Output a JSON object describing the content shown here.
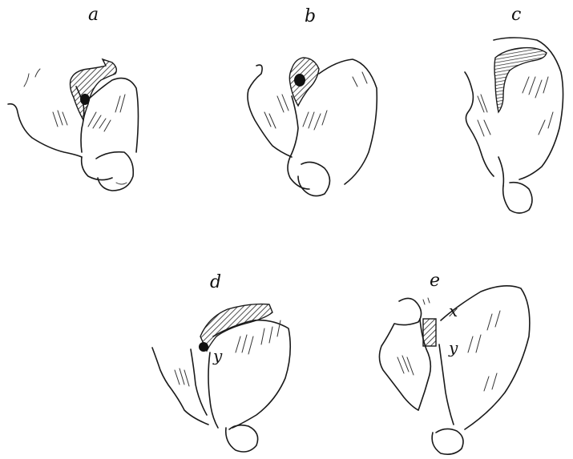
{
  "figure": {
    "panels": [
      {
        "id": "a",
        "label": "a"
      },
      {
        "id": "b",
        "label": "b"
      },
      {
        "id": "c",
        "label": "c"
      },
      {
        "id": "d",
        "label": "d",
        "markers": [
          "y"
        ]
      },
      {
        "id": "e",
        "label": "e",
        "markers": [
          "x",
          "y"
        ]
      }
    ]
  }
}
